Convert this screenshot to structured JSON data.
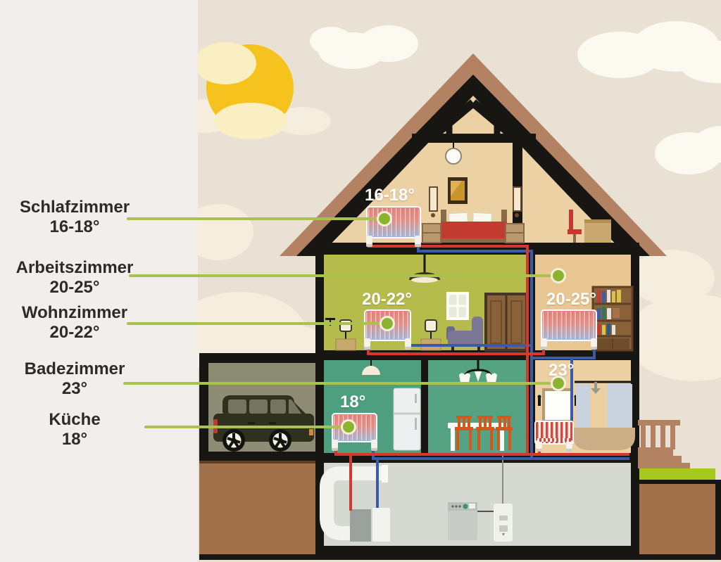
{
  "diagram": {
    "type": "house-cross-section-heating-temperatures",
    "legend": {
      "items": [
        {
          "room": "Schlafzimmer",
          "temp": "16-18°"
        },
        {
          "room": "Arbeitszimmer",
          "temp": "20-25°"
        },
        {
          "room": "Wohnzimmer",
          "temp": "20-22°"
        },
        {
          "room": "Badezimmer",
          "temp": "23°"
        },
        {
          "room": "Küche",
          "temp": "18°"
        }
      ]
    },
    "room_labels": {
      "schlafzimmer": "16-18°",
      "wohnzimmer": "20-22°",
      "arbeitszimmer": "20-25°",
      "badezimmer": "23°",
      "kueche": "18°"
    }
  },
  "palette": {
    "callout_green": "#a9c24d",
    "dot_green": "#8cb32f",
    "pipe_red": "#d5382e",
    "pipe_blue": "#3a5ba5",
    "sun_yellow": "#f6c31e",
    "roof_brown": "#b28263",
    "wall_black": "#171613",
    "grass_green": "#a6c91d"
  }
}
